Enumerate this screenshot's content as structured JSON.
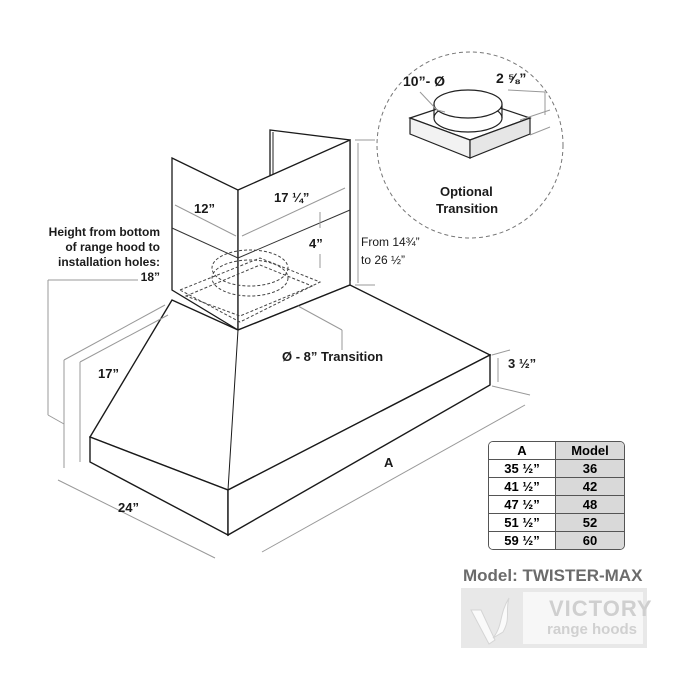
{
  "diagram": {
    "subject": "Wall-mount range hood dimensions",
    "labels": {
      "chimney_depth": "12”",
      "chimney_width": "17 ¼”",
      "chimney_inset": "4”",
      "chimney_height_from": "From 14¾”",
      "chimney_height_to": "to 26 ½”",
      "install_holes_line1": "Height from bottom",
      "install_holes_line2": "of range hood to",
      "install_holes_line3": "installation holes:",
      "install_holes_value": "18”",
      "body_height": "17”",
      "depth": "24”",
      "width": "A",
      "front_lip": "3 ½”",
      "transition": "Ø - 8” Transition",
      "optional_diameter": "10”- Ø",
      "optional_height": "2 ⅝”",
      "optional_title_1": "Optional",
      "optional_title_2": "Transition"
    },
    "table": {
      "headers": [
        "A",
        "Model"
      ],
      "rows": [
        [
          "35 ½”",
          "36"
        ],
        [
          "41 ½”",
          "42"
        ],
        [
          "47 ½”",
          "48"
        ],
        [
          "51 ½”",
          "52"
        ],
        [
          "59 ½”",
          "60"
        ]
      ]
    },
    "model": "Model: TWISTER-MAX",
    "brand": {
      "name": "VICTORY",
      "tagline": "range hoods"
    }
  },
  "colors": {
    "line": "#1a1a1a",
    "dim_line": "#9a9a9a",
    "table_model_bg": "#d9d9d9",
    "model_text": "#6b6b6b"
  }
}
